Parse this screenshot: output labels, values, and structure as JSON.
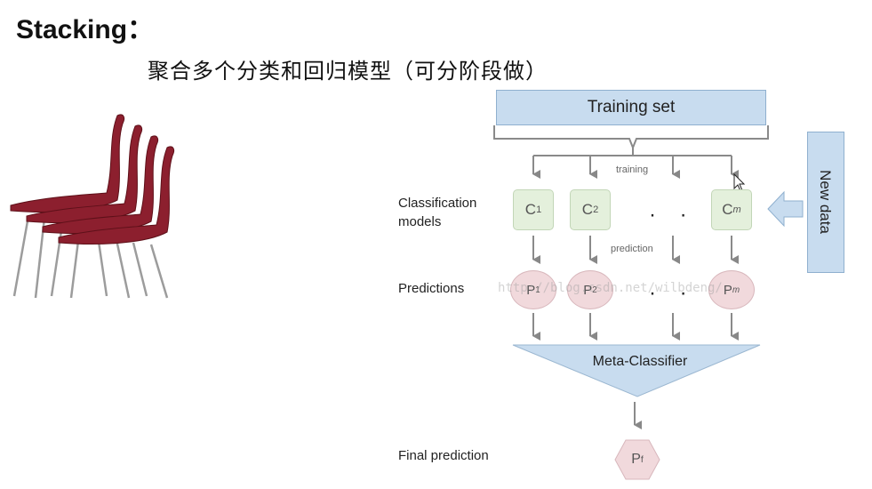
{
  "slide": {
    "title": "Stacking：",
    "subtitle": "聚合多个分类和回归模型（可分阶段做）"
  },
  "diagram": {
    "training_set": "Training set",
    "training_label": "training",
    "prediction_label": "prediction",
    "row_labels": {
      "classification_line1": "Classification",
      "classification_line2": "models",
      "predictions": "Predictions",
      "final": "Final prediction"
    },
    "models": [
      {
        "base": "C",
        "sub": "1"
      },
      {
        "base": "C",
        "sub": "2"
      },
      {
        "base": "C",
        "sub": "m"
      }
    ],
    "predictions": [
      {
        "base": "P",
        "sub": "1"
      },
      {
        "base": "P",
        "sub": "2"
      },
      {
        "base": "P",
        "sub": "m"
      }
    ],
    "ellipsis": "· · ·",
    "meta_classifier": "Meta-Classifier",
    "final": {
      "base": "P",
      "sub": "f"
    },
    "new_data": "New data",
    "watermark": "http://blog.csdn.net/wilbdeng/"
  },
  "colors": {
    "blue_fill": "#c8dcef",
    "green_fill": "#e4f0dc",
    "pink_fill": "#f1d9dc",
    "arrow": "#888888",
    "chair": "#8c1f2e"
  },
  "icons": [
    "chairs-illustration",
    "mouse-cursor-icon",
    "left-arrow-icon"
  ]
}
